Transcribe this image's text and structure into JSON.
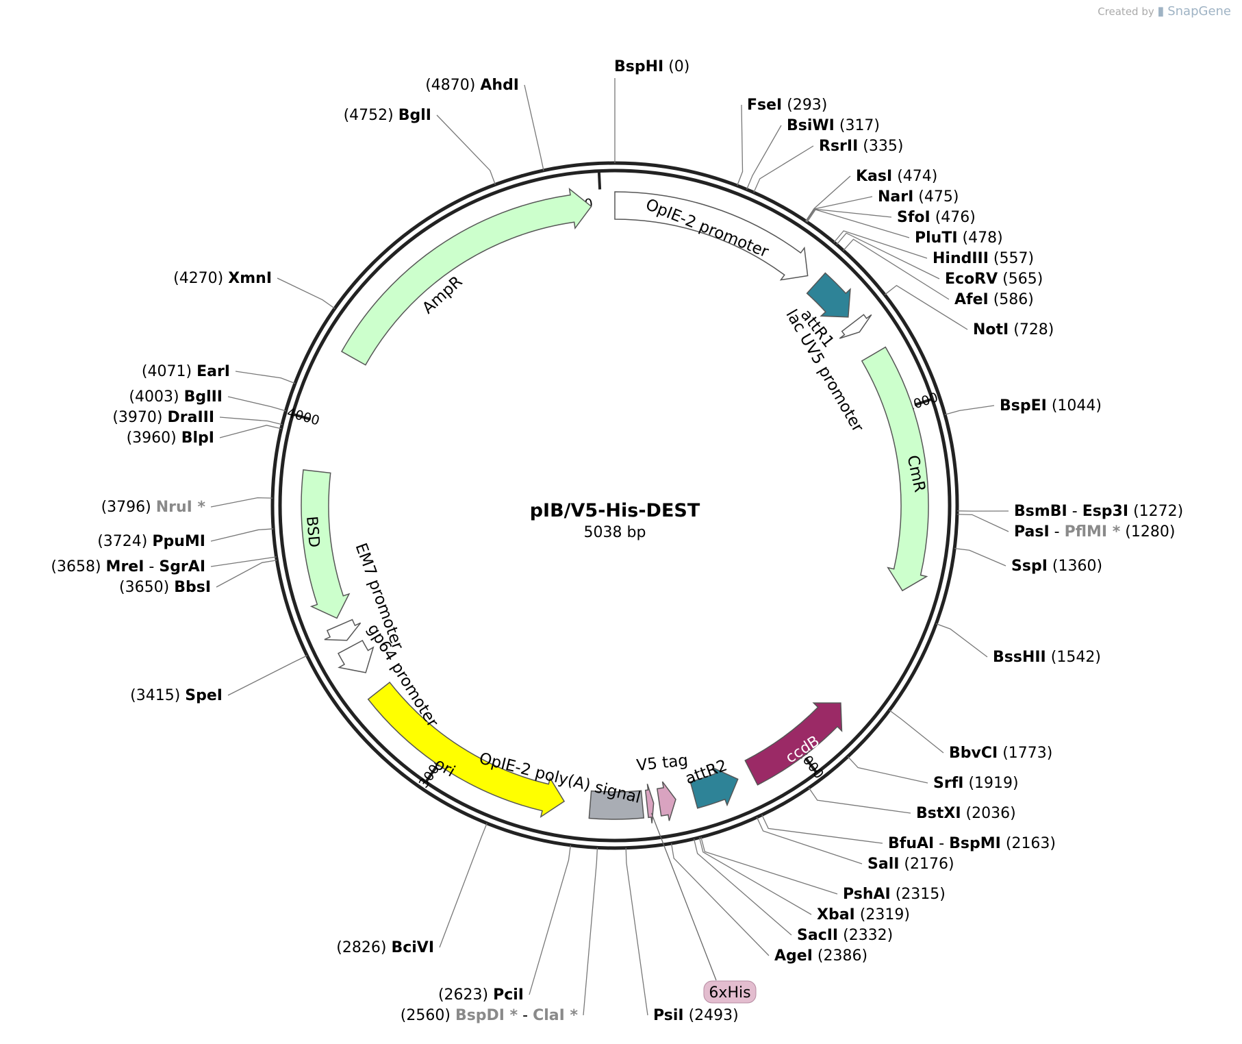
{
  "credit": {
    "prefix": "Created by",
    "brand": "SnapGene"
  },
  "plasmid": {
    "name": "pIB/V5-His-DEST",
    "length_label": "5038 bp",
    "length": 5038
  },
  "ticks": [
    "1000",
    "2000",
    "3000",
    "4000",
    "5000"
  ],
  "features": [
    {
      "label": "OpIE-2 promoter",
      "color": "#ffffff",
      "start": 0,
      "end": 560,
      "dir": 1
    },
    {
      "label": "attR1",
      "color": "#2e8397",
      "start": 590,
      "end": 715,
      "dir": 1
    },
    {
      "label": "lac UV5 promoter",
      "color": "#ffffff",
      "start": 735,
      "end": 765,
      "dir": 1
    },
    {
      "label": "CmR",
      "color": "#ccffcc",
      "start": 835,
      "end": 1490,
      "dir": 1
    },
    {
      "label": "ccdB",
      "color": "#9b2a66",
      "start": 1835,
      "end": 2140,
      "dir": -1
    },
    {
      "label": "attR2",
      "color": "#2e8397",
      "start": 2180,
      "end": 2305,
      "dir": -1
    },
    {
      "label": "V5 tag",
      "color": "#d9a3c0",
      "start": 2355,
      "end": 2400,
      "dir": -1
    },
    {
      "label": "6xHis",
      "color": "#d9a3c0",
      "start": 2415,
      "end": 2433,
      "dir": -1
    },
    {
      "label": "OpIE-2 poly(A) signal",
      "color": "#a9adb4",
      "start": 2445,
      "end": 2585,
      "dir": 0
    },
    {
      "label": "ori",
      "color": "#ffff00",
      "start": 2655,
      "end": 3245,
      "dir": -1
    },
    {
      "label": "gp64 promoter",
      "color": "#ffffff",
      "start": 3305,
      "end": 3385,
      "dir": -1
    },
    {
      "label": "EM7 promoter",
      "color": "#ffffff",
      "start": 3405,
      "end": 3450,
      "dir": -1
    },
    {
      "label": "BSD",
      "color": "#ccffcc",
      "start": 3470,
      "end": 3870,
      "dir": -1
    },
    {
      "label": "AmpR",
      "color": "#ccffcc",
      "start": 4190,
      "end": 4975,
      "dir": 1
    }
  ],
  "sites": [
    {
      "names": [
        "BspHI"
      ],
      "pos": "(0)"
    },
    {
      "names": [
        "FseI"
      ],
      "pos": "(293)"
    },
    {
      "names": [
        "BsiWI"
      ],
      "pos": "(317)"
    },
    {
      "names": [
        "RsrII"
      ],
      "pos": "(335)"
    },
    {
      "names": [
        "KasI"
      ],
      "pos": "(474)"
    },
    {
      "names": [
        "NarI"
      ],
      "pos": "(475)"
    },
    {
      "names": [
        "SfoI"
      ],
      "pos": "(476)"
    },
    {
      "names": [
        "PluTI"
      ],
      "pos": "(478)"
    },
    {
      "names": [
        "HindIII"
      ],
      "pos": "(557)"
    },
    {
      "names": [
        "EcoRV"
      ],
      "pos": "(565)"
    },
    {
      "names": [
        "AfeI"
      ],
      "pos": "(586)"
    },
    {
      "names": [
        "NotI"
      ],
      "pos": "(728)"
    },
    {
      "names": [
        "BspEI"
      ],
      "pos": "(1044)"
    },
    {
      "names": [
        "BsmBI",
        "Esp3I"
      ],
      "pos": "(1272)"
    },
    {
      "names": [
        "PasI",
        "PflMI *"
      ],
      "pos": "(1280)"
    },
    {
      "names": [
        "SspI"
      ],
      "pos": "(1360)"
    },
    {
      "names": [
        "BssHII"
      ],
      "pos": "(1542)"
    },
    {
      "names": [
        "BbvCI"
      ],
      "pos": "(1773)"
    },
    {
      "names": [
        "SrfI"
      ],
      "pos": "(1919)"
    },
    {
      "names": [
        "BstXI"
      ],
      "pos": "(2036)"
    },
    {
      "names": [
        "BfuAI",
        "BspMI"
      ],
      "pos": "(2163)"
    },
    {
      "names": [
        "SalI"
      ],
      "pos": "(2176)"
    },
    {
      "names": [
        "PshAI"
      ],
      "pos": "(2315)"
    },
    {
      "names": [
        "XbaI"
      ],
      "pos": "(2319)"
    },
    {
      "names": [
        "SacII"
      ],
      "pos": "(2332)"
    },
    {
      "names": [
        "AgeI"
      ],
      "pos": "(2386)"
    },
    {
      "names": [
        "PsiI"
      ],
      "pos": "(2493)"
    },
    {
      "names": [
        "BspDI *",
        "ClaI *"
      ],
      "pos": "(2560)"
    },
    {
      "names": [
        "PciI"
      ],
      "pos": "(2623)"
    },
    {
      "names": [
        "BciVI"
      ],
      "pos": "(2826)"
    },
    {
      "names": [
        "SpeI"
      ],
      "pos": "(3415)"
    },
    {
      "names": [
        "BbsI"
      ],
      "pos": "(3650)"
    },
    {
      "names": [
        "MreI",
        "SgrAI"
      ],
      "pos": "(3658)"
    },
    {
      "names": [
        "PpuMI"
      ],
      "pos": "(3724)"
    },
    {
      "names": [
        "NruI *"
      ],
      "pos": "(3796)"
    },
    {
      "names": [
        "BlpI"
      ],
      "pos": "(3960)"
    },
    {
      "names": [
        "DraIII"
      ],
      "pos": "(3970)"
    },
    {
      "names": [
        "BglII"
      ],
      "pos": "(4003)"
    },
    {
      "names": [
        "EarI"
      ],
      "pos": "(4071)"
    },
    {
      "names": [
        "XmnI"
      ],
      "pos": "(4270)"
    },
    {
      "names": [
        "BglI"
      ],
      "pos": "(4752)"
    },
    {
      "names": [
        "AhdI"
      ],
      "pos": "(4870)"
    }
  ]
}
